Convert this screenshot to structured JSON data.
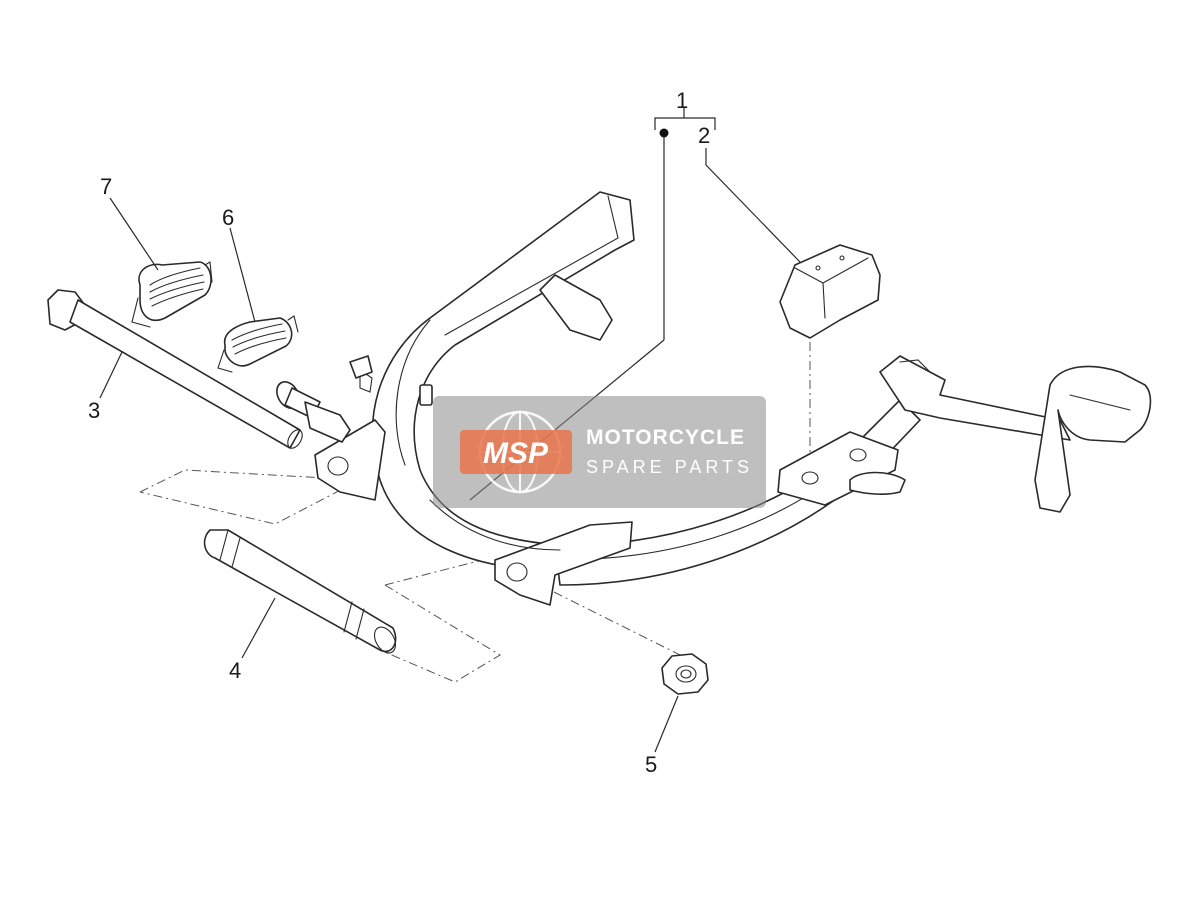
{
  "callouts": {
    "p1": "1",
    "p2": "2",
    "p3": "3",
    "p4": "4",
    "p5": "5",
    "p6": "6",
    "p7": "7"
  },
  "watermark": {
    "logo": "MSP",
    "line1": "MOTORCYCLE",
    "line2": "SPARE PARTS",
    "logo_color": "#e8734a"
  }
}
